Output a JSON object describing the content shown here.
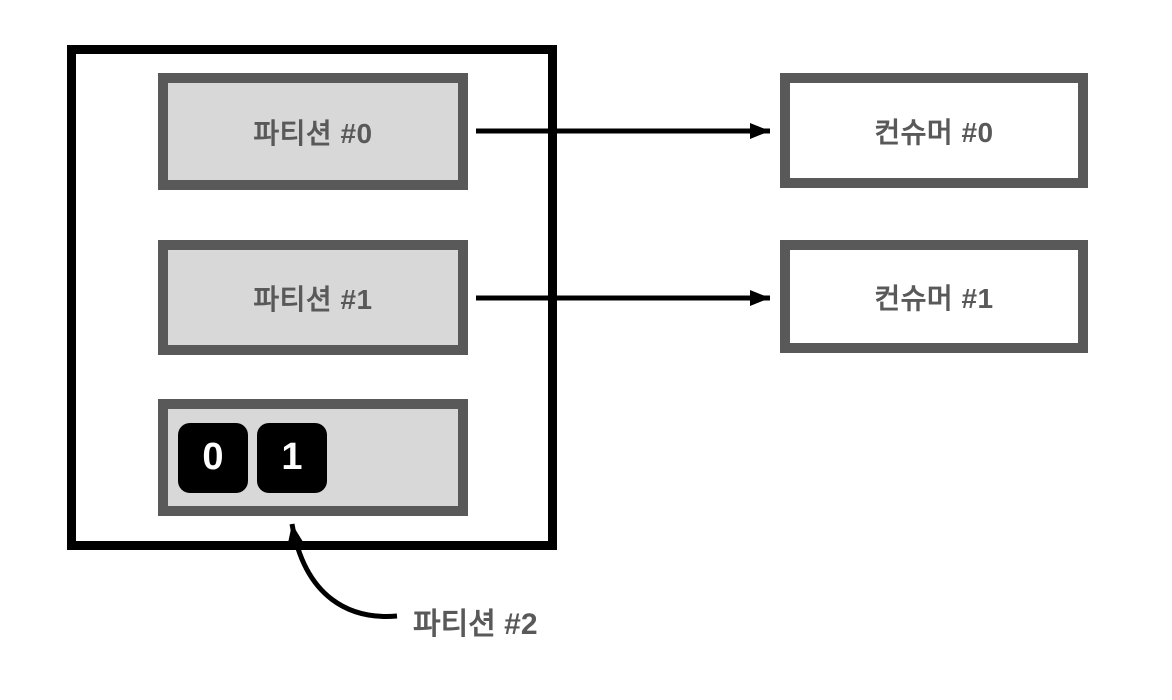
{
  "diagram": {
    "partitions": [
      {
        "label": "파티션 #0"
      },
      {
        "label": "파티션 #1"
      },
      {
        "records": [
          "0",
          "1"
        ]
      }
    ],
    "consumers": [
      {
        "label": "컨슈머 #0"
      },
      {
        "label": "컨슈머 #1"
      }
    ],
    "annotation_label": "파티션 #2",
    "colors": {
      "outer_border": "#000000",
      "box_border": "#595959",
      "partition_fill": "#d8d8d8",
      "consumer_fill": "#ffffff",
      "label_text": "#595959",
      "record_fill": "#000000",
      "record_text": "#ffffff",
      "arrow": "#000000"
    }
  }
}
